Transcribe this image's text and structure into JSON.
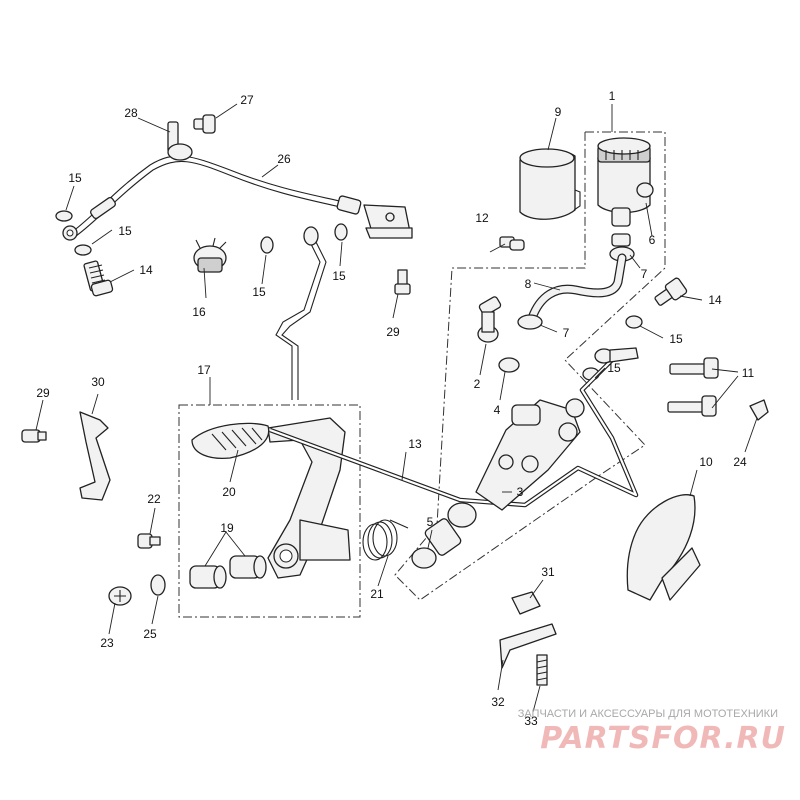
{
  "callouts": {
    "c1": "1",
    "c2": "2",
    "c3": "3",
    "c4": "4",
    "c5": "5",
    "c6": "6",
    "c7a": "7",
    "c7b": "7",
    "c8": "8",
    "c9": "9",
    "c10": "10",
    "c11": "11",
    "c12": "12",
    "c13": "13",
    "c14a": "14",
    "c14b": "14",
    "c15a": "15",
    "c15b": "15",
    "c15c": "15",
    "c15d": "15",
    "c15e": "15",
    "c15f": "15",
    "c16": "16",
    "c17": "17",
    "c19": "19",
    "c20": "20",
    "c21": "21",
    "c22": "22",
    "c23": "23",
    "c24": "24",
    "c25": "25",
    "c26": "26",
    "c27": "27",
    "c28": "28",
    "c29a": "29",
    "c29b": "29",
    "c30": "30",
    "c31": "31",
    "c32": "32",
    "c33": "33"
  },
  "watermark": {
    "tagline": "ЗАПЧАСТИ И АКСЕССУАРЫ ДЛЯ МОТОТЕХНИКИ",
    "logo": "PARTSFOR.RU"
  }
}
